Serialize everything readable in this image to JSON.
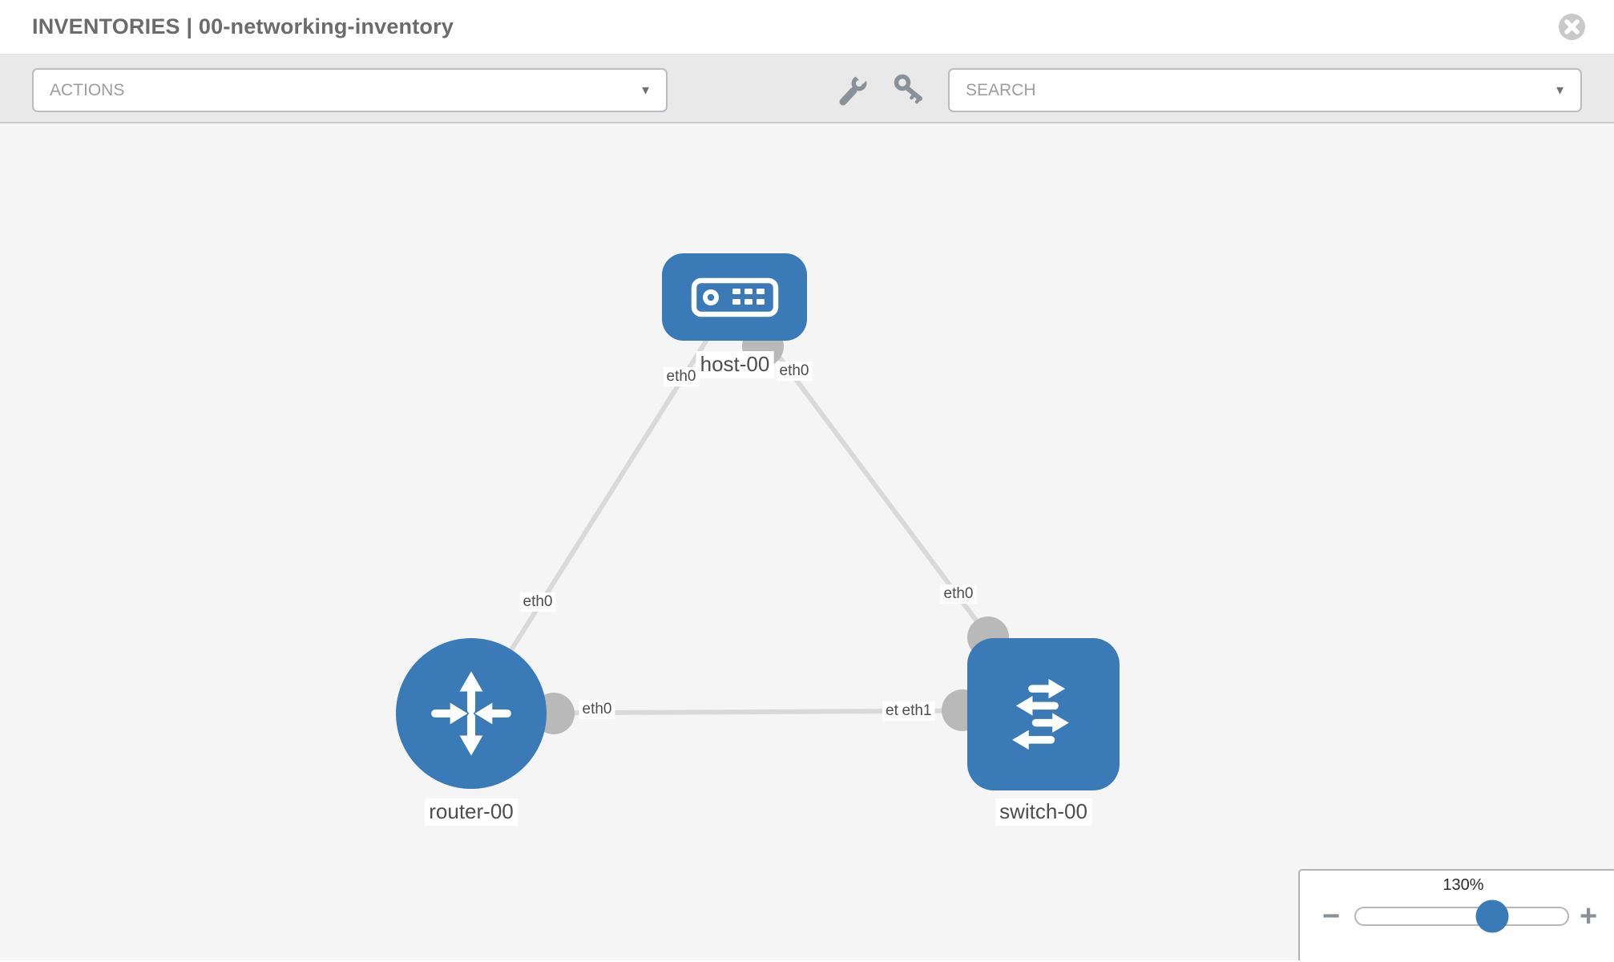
{
  "header": {
    "title": "INVENTORIES | 00-networking-inventory"
  },
  "toolbar": {
    "actions_label": "ACTIONS",
    "search_placeholder": "SEARCH",
    "caret": "▼"
  },
  "topology": {
    "nodes": [
      {
        "id": "host-00",
        "type": "host",
        "label": "host-00"
      },
      {
        "id": "router-00",
        "type": "router",
        "label": "router-00"
      },
      {
        "id": "switch-00",
        "type": "switch",
        "label": "switch-00"
      }
    ],
    "edges": [
      {
        "from": "host-00",
        "from_interface": "eth0",
        "to": "router-00",
        "to_interface": "eth0"
      },
      {
        "from": "host-00",
        "from_interface": "eth0",
        "to": "switch-00",
        "to_interface": "eth0"
      },
      {
        "from": "router-00",
        "from_interface": "eth0",
        "to": "switch-00",
        "to_interface": "eth1"
      }
    ],
    "labels": {
      "switch_overlap_back": "eth0"
    }
  },
  "zoom_control": {
    "level": "130%",
    "minus_label": "−",
    "plus_label": "+"
  },
  "colors": {
    "node_blue": "#3a7ab7",
    "edge_gray": "#d9d9d9",
    "port_gray": "#b9b9b9",
    "canvas_bg": "#f5f5f5",
    "toolbar_bg": "#e9e9e9"
  }
}
